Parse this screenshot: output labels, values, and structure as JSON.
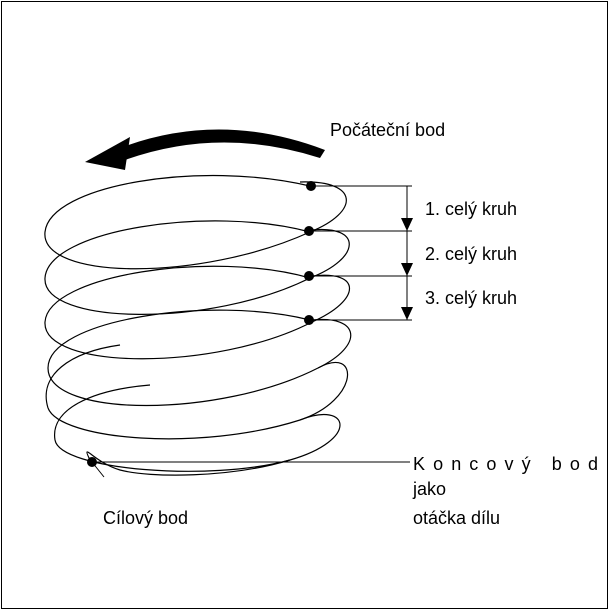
{
  "labels": {
    "start_point": "Počáteční bod",
    "circle_1": "1. celý kruh",
    "circle_2": "2. celý kruh",
    "circle_3": "3. celý kruh",
    "end_point_line1": "Koncový bod",
    "end_point_line2": "jako",
    "end_point_line3": "otáčka dílu",
    "target_point": "Cílový bod"
  }
}
